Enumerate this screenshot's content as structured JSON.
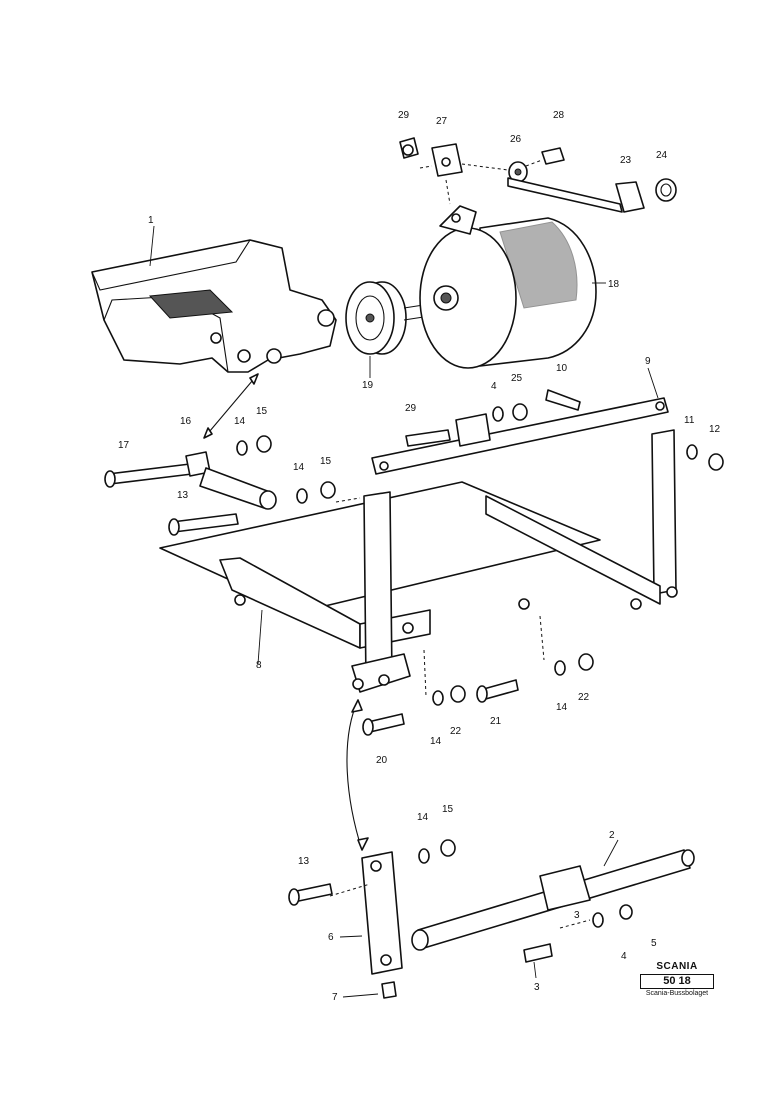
{
  "callouts": [
    {
      "id": "c1",
      "text": "1"
    },
    {
      "id": "c2",
      "text": "2"
    },
    {
      "id": "c3",
      "text": "3"
    },
    {
      "id": "c3b",
      "text": "3"
    },
    {
      "id": "c4",
      "text": "4"
    },
    {
      "id": "c4b",
      "text": "4"
    },
    {
      "id": "c5",
      "text": "5"
    },
    {
      "id": "c6",
      "text": "6"
    },
    {
      "id": "c7",
      "text": "7"
    },
    {
      "id": "c8",
      "text": "8"
    },
    {
      "id": "c9",
      "text": "9"
    },
    {
      "id": "c10",
      "text": "10"
    },
    {
      "id": "c11",
      "text": "11"
    },
    {
      "id": "c12",
      "text": "12"
    },
    {
      "id": "c13",
      "text": "13"
    },
    {
      "id": "c13b",
      "text": "13"
    },
    {
      "id": "c14a",
      "text": "14"
    },
    {
      "id": "c14b",
      "text": "14"
    },
    {
      "id": "c14c",
      "text": "14"
    },
    {
      "id": "c14d",
      "text": "14"
    },
    {
      "id": "c14e",
      "text": "14"
    },
    {
      "id": "c15a",
      "text": "15"
    },
    {
      "id": "c15b",
      "text": "15"
    },
    {
      "id": "c15c",
      "text": "15"
    },
    {
      "id": "c16",
      "text": "16"
    },
    {
      "id": "c17",
      "text": "17"
    },
    {
      "id": "c18",
      "text": "18"
    },
    {
      "id": "c19",
      "text": "19"
    },
    {
      "id": "c20",
      "text": "20"
    },
    {
      "id": "c21",
      "text": "21"
    },
    {
      "id": "c22a",
      "text": "22"
    },
    {
      "id": "c22b",
      "text": "22"
    },
    {
      "id": "c23",
      "text": "23"
    },
    {
      "id": "c24",
      "text": "24"
    },
    {
      "id": "c25",
      "text": "25"
    },
    {
      "id": "c26",
      "text": "26"
    },
    {
      "id": "c27",
      "text": "27"
    },
    {
      "id": "c28",
      "text": "28"
    },
    {
      "id": "c29a",
      "text": "29"
    },
    {
      "id": "c29b",
      "text": "29"
    }
  ],
  "stamp": {
    "logo": "SCANIA",
    "code": "50 18",
    "maker": "Scania-Bussbolaget"
  }
}
